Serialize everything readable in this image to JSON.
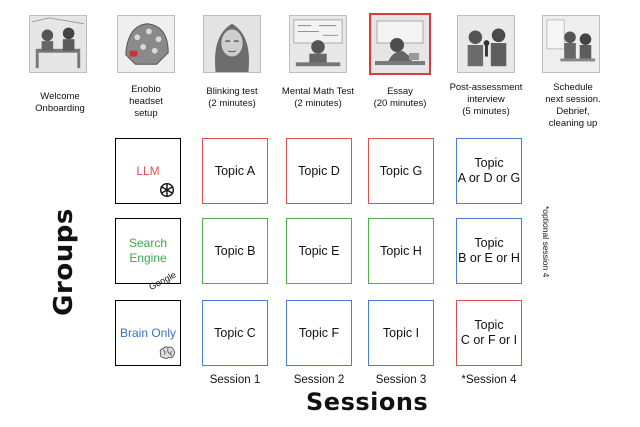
{
  "steps": [
    {
      "label": "Welcome\nOnboarding",
      "icon": "onboarding-sketch-icon"
    },
    {
      "label": "Enobio\nheadset\nsetup",
      "icon": "eeg-headset-sketch-icon"
    },
    {
      "label": "Blinking test\n(2 minutes)",
      "icon": "blinking-woman-sketch-icon"
    },
    {
      "label": "Mental Math Test\n(2 minutes)",
      "icon": "mental-math-sketch-icon"
    },
    {
      "label": "Essay\n(20 minutes)",
      "icon": "essay-writing-sketch-icon"
    },
    {
      "label": "Post-assessment\ninterview\n(5 minutes)",
      "icon": "interview-sketch-icon"
    },
    {
      "label": "Schedule\nnext session.\nDebrief,\ncleaning up",
      "icon": "debrief-sketch-icon"
    }
  ],
  "groups": {
    "title": "Groups",
    "items": [
      {
        "label": "LLM",
        "color": "#e05050",
        "icon": "openai-logo-icon"
      },
      {
        "label": "Search\nEngine",
        "color": "#3ea84a",
        "icon": "google-logo-icon",
        "icon_text": "Google"
      },
      {
        "label": "Brain Only",
        "color": "#3a6fc4",
        "icon": "brain-icon"
      }
    ]
  },
  "topics": [
    [
      "Topic A",
      "Topic D",
      "Topic G",
      "Topic\nA or D or G"
    ],
    [
      "Topic B",
      "Topic E",
      "Topic H",
      "Topic\nB or E or H"
    ],
    [
      "Topic C",
      "Topic F",
      "Topic I",
      "Topic\nC or F or I"
    ]
  ],
  "sessions": {
    "title": "Sessions",
    "labels": [
      "Session 1",
      "Session 2",
      "Session 3",
      "*Session 4"
    ],
    "optional_note": "*optional session 4"
  },
  "colors": {
    "red": "#e05050",
    "green": "#4caf50",
    "blue": "#4a7fd0"
  }
}
